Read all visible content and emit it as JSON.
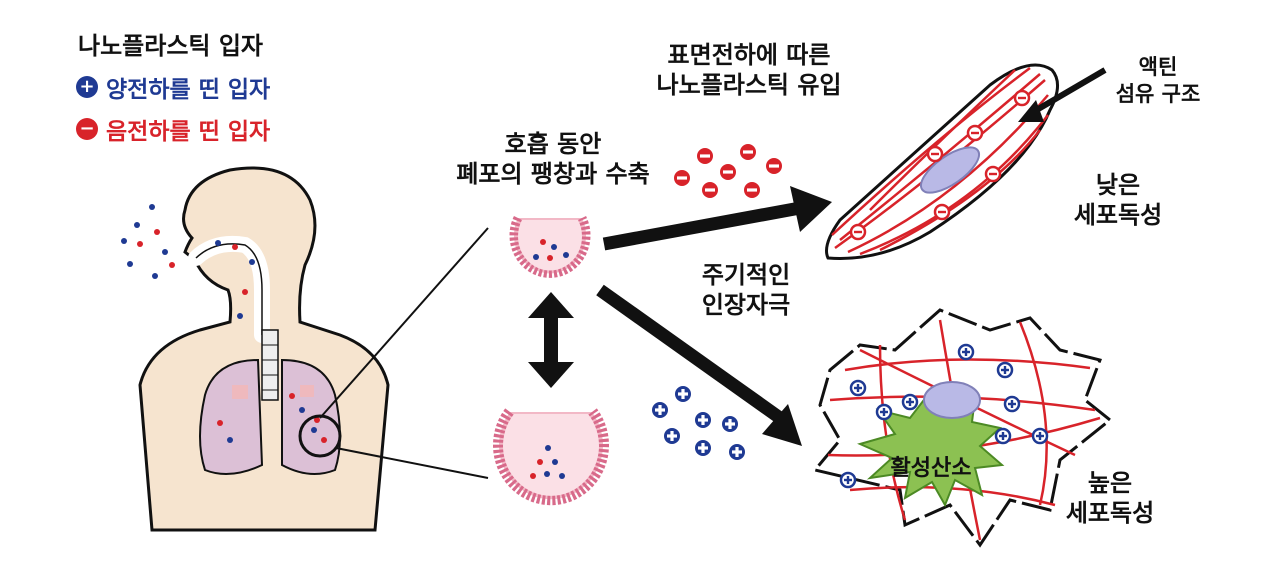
{
  "title": "나노플라스틱 입자",
  "legend": {
    "positive": {
      "label": "양전하를 띤 입자",
      "symbol": "+",
      "color": "#1f3a93"
    },
    "negative": {
      "label": "음전하를 띤 입자",
      "symbol": "−",
      "color": "#d8232a"
    }
  },
  "alveolus_label": [
    "호흡 동안",
    "폐포의 팽창과 수축"
  ],
  "uptake_label": [
    "표면전하에 따른",
    "나노플라스틱 유입"
  ],
  "actin_label": [
    "액틴",
    "섬유 구조"
  ],
  "stretch_label": [
    "주기적인",
    "인장자극"
  ],
  "low_tox_label": [
    "낮은",
    "세포독성"
  ],
  "high_tox_label": [
    "높은",
    "세포독성"
  ],
  "ros_label": "활성산소",
  "colors": {
    "cell_red": "#d8232a",
    "alveolus_pink": "#f2b8c6",
    "ros_green": "#8cc152",
    "nucleus": "#b9b9e6",
    "skin": "#f6e4cf",
    "lung": "#dcc0d6"
  }
}
